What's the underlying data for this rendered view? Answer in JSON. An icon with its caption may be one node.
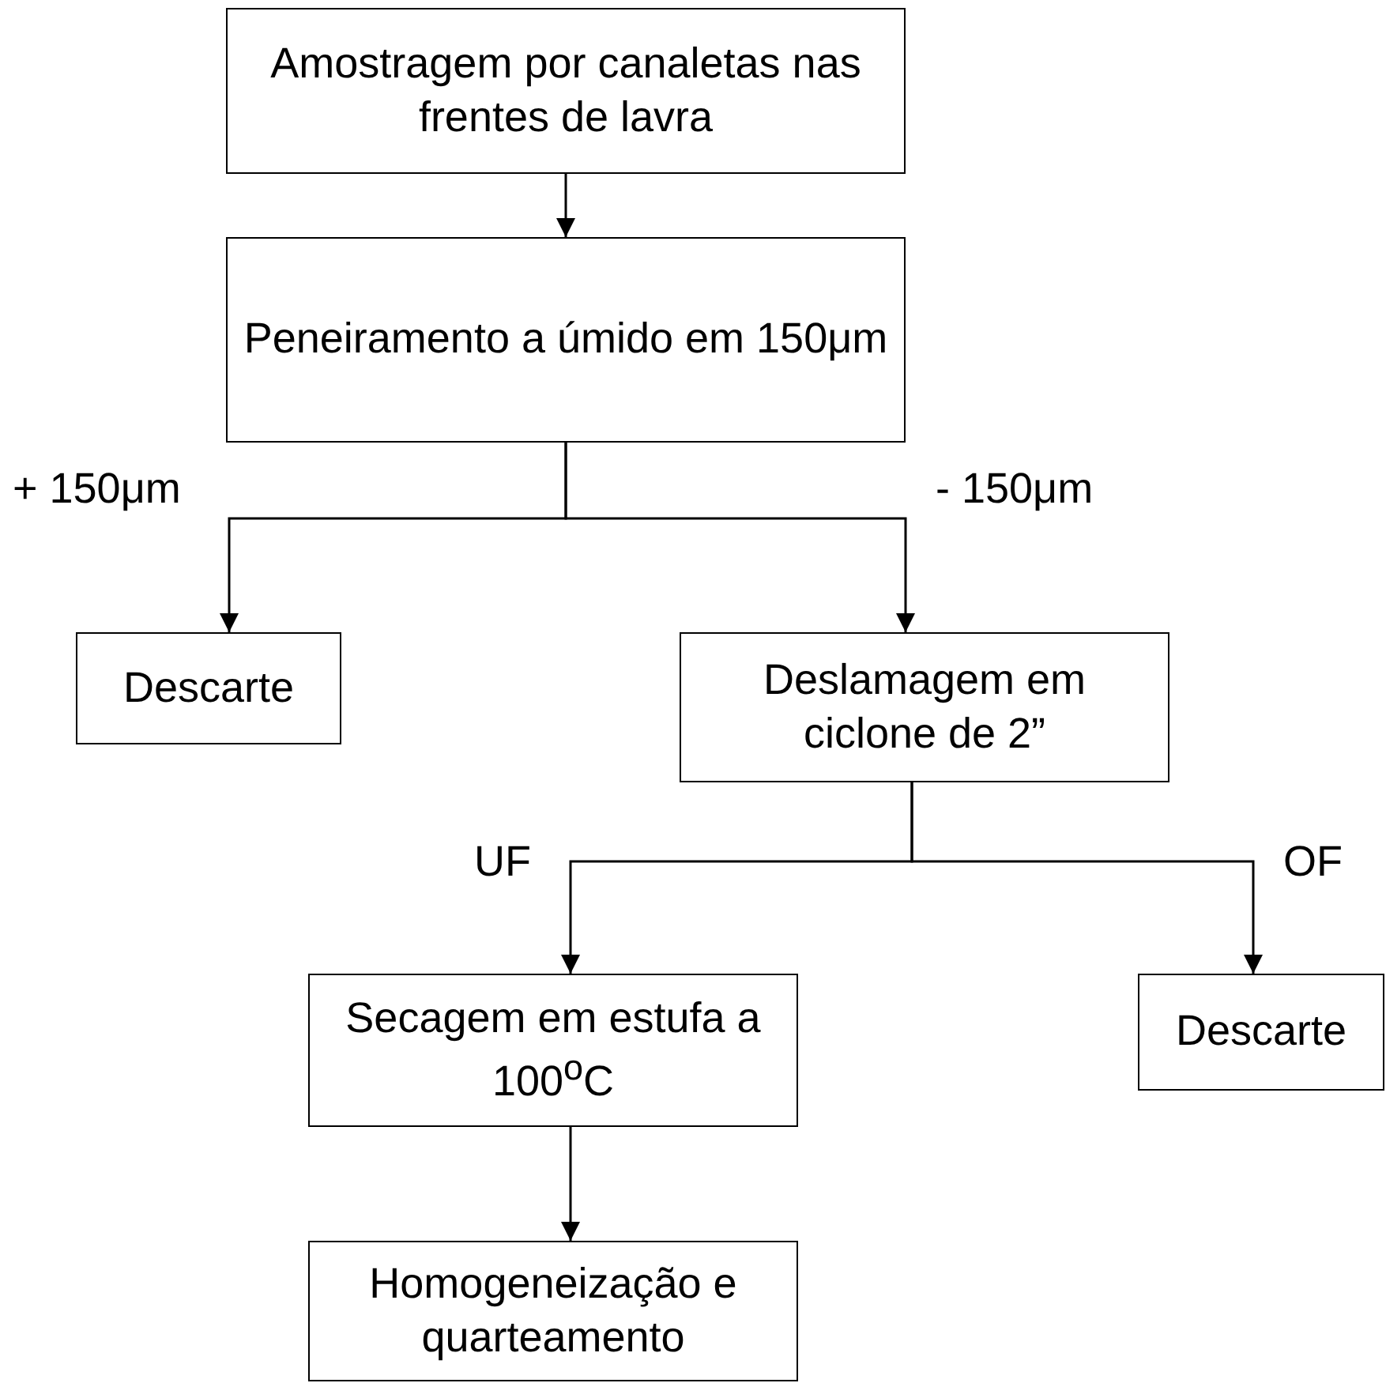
{
  "diagram": {
    "nodes": [
      {
        "text": [
          "Amostragem por canaletas nas frentes de lavra"
        ]
      },
      {
        "text": [
          "Peneiramento a úmido em 150μm"
        ]
      },
      {
        "text": [
          "Descarte"
        ]
      },
      {
        "text": [
          "Deslamagem em ciclone de 2”"
        ]
      },
      {
        "text": [
          "Secagem em estufa a 100$^{o}$C"
        ]
      },
      {
        "text": [
          "Descarte"
        ]
      },
      {
        "text": [
          "Homogeneização e quarteamento"
        ]
      }
    ],
    "edges": [
      {
        "from": 0,
        "to": 1,
        "arrow": "to"
      },
      {
        "from": 1,
        "to": 2,
        "arrow": "to",
        "label": "+ 150μm"
      },
      {
        "from": 1,
        "to": 3,
        "arrow": "to",
        "label": "- 150μm"
      },
      {
        "from": 3,
        "to": 4,
        "arrow": "to",
        "label": "UF"
      },
      {
        "from": 3,
        "to": 5,
        "arrow": "to",
        "label": "OF"
      },
      {
        "from": 4,
        "to": 6,
        "arrow": "to"
      }
    ]
  }
}
